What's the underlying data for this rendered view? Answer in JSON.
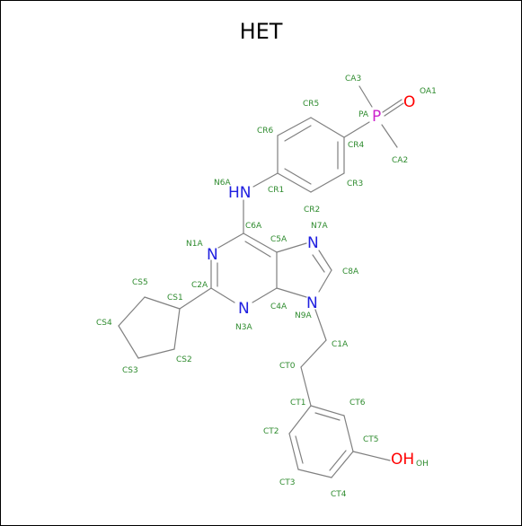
{
  "title": "HET",
  "colors": {
    "bond": "#808080",
    "label": "#2e8b2e",
    "nitrogen": "#2020e0",
    "oxygen": "#ff0000",
    "phosphorus": "#cc22cc"
  },
  "elements": {
    "N_amine": "HN",
    "N1A": "N",
    "N3A": "N",
    "N7A": "N",
    "N9A": "N",
    "P": "P",
    "O_P": "O",
    "O_H": "OH",
    "H_OH": "OH"
  },
  "labels": {
    "CA3": "CA3",
    "OA1": "OA1",
    "PA": "PA",
    "CA2": "CA2",
    "CR5": "CR5",
    "CR6": "CR6",
    "CR4": "CR4",
    "CR3": "CR3",
    "CR1": "CR1",
    "CR2": "CR2",
    "N6A": "N6A",
    "C6A": "C6A",
    "N7A": "N7A",
    "C5A": "C5A",
    "N1A": "N1A",
    "C8A": "C8A",
    "CS5": "CS5",
    "CS1": "CS1",
    "C2A": "C2A",
    "CS4": "CS4",
    "N3A": "N3A",
    "C4A": "C4A",
    "N9A": "N9A",
    "CS3": "CS3",
    "CS2": "CS2",
    "C1A": "C1A",
    "CT0": "CT0",
    "CT1": "CT1",
    "CT6": "CT6",
    "CT2": "CT2",
    "CT5": "CT5",
    "CT3": "CT3",
    "CT4": "CT4"
  }
}
